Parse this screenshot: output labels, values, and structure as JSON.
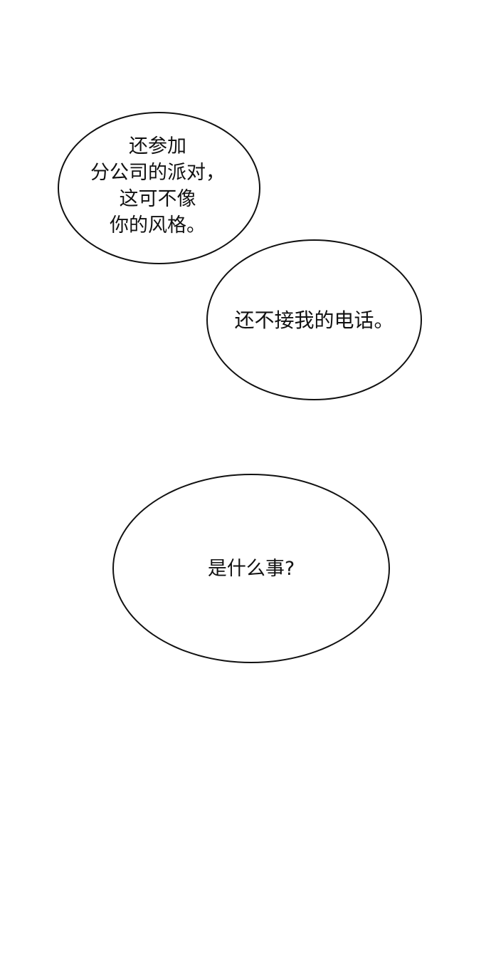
{
  "panel": {
    "background_color": "#ffffff",
    "outline_color": "#111111"
  },
  "bubbles": [
    {
      "id": "bubble-1",
      "text": "还参加\n分公司的派对，\n这可不像\n你的风格。"
    },
    {
      "id": "bubble-2",
      "text": "还不接我的电话。"
    },
    {
      "id": "bubble-3",
      "text": "是什么事?"
    }
  ]
}
